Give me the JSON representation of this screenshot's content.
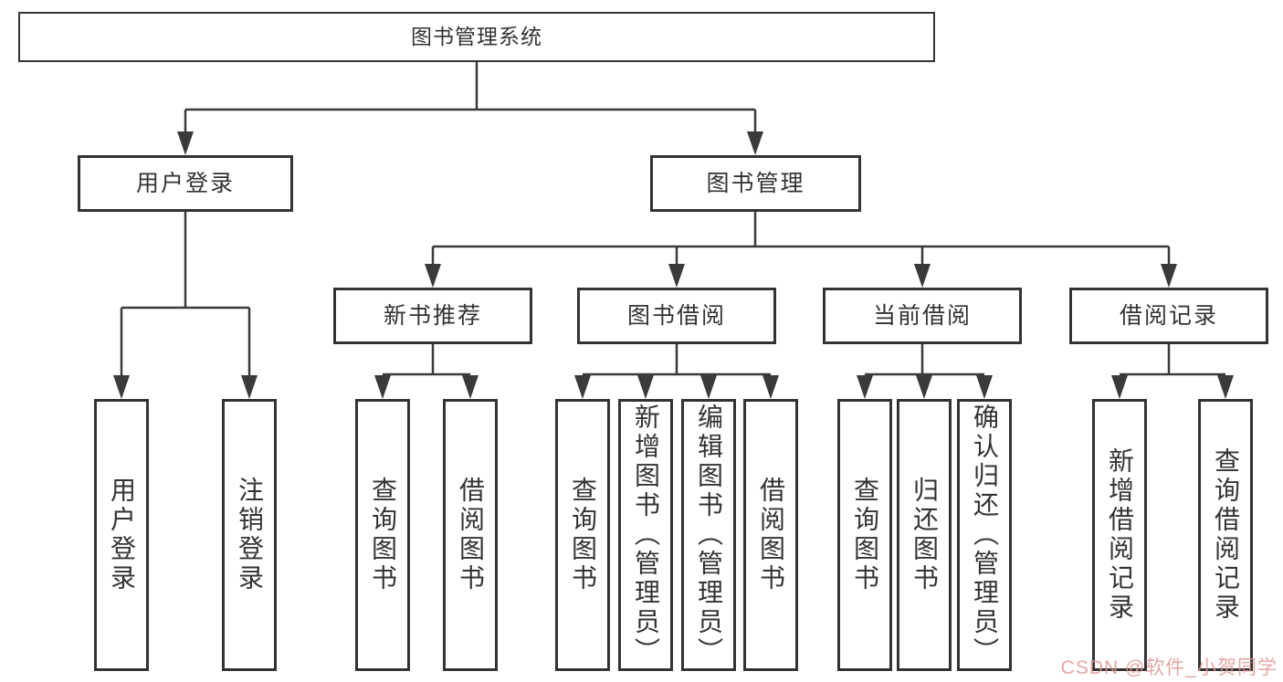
{
  "colors": {
    "line": "#3a3a3a",
    "box_border": "#333333",
    "text": "#333333",
    "watermark": "#e09792",
    "background": "#ffffff"
  },
  "watermark": {
    "text": "CSDN @软件_小贺同学"
  },
  "tree": {
    "root": {
      "label": "图书管理系统",
      "children": [
        {
          "label": "用户登录",
          "children": [
            {
              "label": "用户登录"
            },
            {
              "label": "注销登录"
            }
          ]
        },
        {
          "label": "图书管理",
          "children": [
            {
              "label": "新书推荐",
              "children": [
                {
                  "label": "查询图书"
                },
                {
                  "label": "借阅图书"
                }
              ]
            },
            {
              "label": "图书借阅",
              "children": [
                {
                  "label": "查询图书"
                },
                {
                  "label": "新增图书（管理员）"
                },
                {
                  "label": "编辑图书（管理员）"
                },
                {
                  "label": "借阅图书"
                }
              ]
            },
            {
              "label": "当前借阅",
              "children": [
                {
                  "label": "查询图书"
                },
                {
                  "label": "归还图书"
                },
                {
                  "label": "确认归还（管理员）"
                }
              ]
            },
            {
              "label": "借阅记录",
              "children": [
                {
                  "label": "新增借阅记录"
                },
                {
                  "label": "查询借阅记录"
                }
              ]
            }
          ]
        }
      ]
    }
  }
}
